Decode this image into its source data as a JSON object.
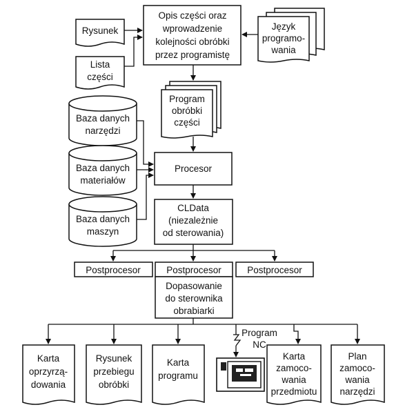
{
  "nodes": {
    "opis": [
      "Opis części oraz",
      "wprowadzenie",
      "kolejności obróbki",
      "przez programistę"
    ],
    "rysunek": [
      "Rysunek"
    ],
    "lista": [
      "Lista",
      "części"
    ],
    "jezyk": [
      "Język",
      "programo-",
      "wania"
    ],
    "program_obrobki": [
      "Program",
      "obróbki",
      "części"
    ],
    "baza_narzedzi": [
      "Baza danych",
      "narzędzi"
    ],
    "baza_materialow": [
      "Baza danych",
      "materiałów"
    ],
    "baza_maszyn": [
      "Baza danych",
      "maszyn"
    ],
    "procesor": [
      "Procesor"
    ],
    "cldata": [
      "CLData",
      "(niezależnie",
      "od sterowania)"
    ],
    "postprocesor_1": [
      "Postprocesor"
    ],
    "postprocesor_2": [
      "Postprocesor"
    ],
    "postprocesor_3": [
      "Postprocesor"
    ],
    "dopasowanie": [
      "Dopasowanie",
      "do sterownika",
      "obrabiarki"
    ],
    "karta_oprzyrzadowania": [
      "Karta",
      "oprzyrzą-",
      "dowania"
    ],
    "rysunek_przebiegu": [
      "Rysunek",
      "przebiegu",
      "obróbki"
    ],
    "karta_programu": [
      "Karta",
      "programu"
    ],
    "program_nc": [
      "Program",
      "NC"
    ],
    "karta_zamocowania": [
      "Karta",
      "zamoco-",
      "wania",
      "przedmiotu"
    ],
    "plan_zamocowania": [
      "Plan",
      "zamoco-",
      "wania",
      "narzędzi"
    ]
  }
}
